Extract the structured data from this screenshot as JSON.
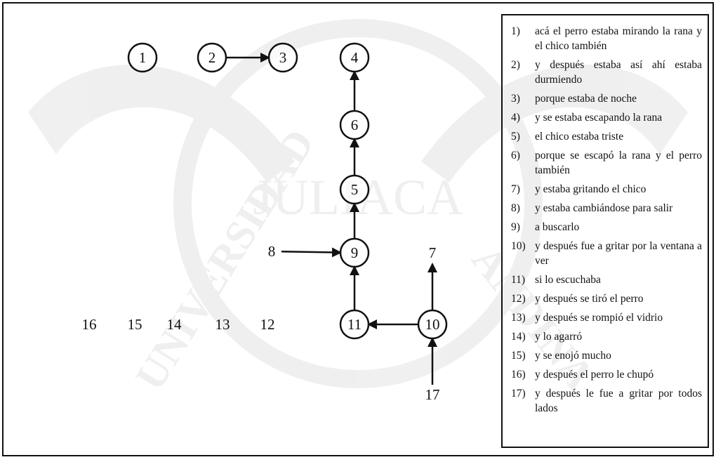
{
  "watermark": {
    "left_text": "UNIVERSIDAD",
    "center_text": "JULIACA",
    "right_text": "ANDINA"
  },
  "diagram": {
    "nodes": [
      {
        "id": "1",
        "label": "1",
        "circled": true
      },
      {
        "id": "2",
        "label": "2",
        "circled": true
      },
      {
        "id": "3",
        "label": "3",
        "circled": true
      },
      {
        "id": "4",
        "label": "4",
        "circled": true
      },
      {
        "id": "5",
        "label": "5",
        "circled": true
      },
      {
        "id": "6",
        "label": "6",
        "circled": true
      },
      {
        "id": "7",
        "label": "7",
        "circled": false
      },
      {
        "id": "8",
        "label": "8",
        "circled": false
      },
      {
        "id": "9",
        "label": "9",
        "circled": true
      },
      {
        "id": "10",
        "label": "10",
        "circled": true
      },
      {
        "id": "11",
        "label": "11",
        "circled": true
      },
      {
        "id": "12",
        "label": "12",
        "circled": false
      },
      {
        "id": "13",
        "label": "13",
        "circled": false
      },
      {
        "id": "14",
        "label": "14",
        "circled": false
      },
      {
        "id": "15",
        "label": "15",
        "circled": false
      },
      {
        "id": "16",
        "label": "16",
        "circled": false
      },
      {
        "id": "17",
        "label": "17",
        "circled": false
      }
    ],
    "edges": [
      {
        "from": "2",
        "to": "3"
      },
      {
        "from": "6",
        "to": "4"
      },
      {
        "from": "5",
        "to": "6"
      },
      {
        "from": "9",
        "to": "5"
      },
      {
        "from": "8",
        "to": "9"
      },
      {
        "from": "11",
        "to": "9"
      },
      {
        "from": "10",
        "to": "11"
      },
      {
        "from": "10",
        "to": "7"
      },
      {
        "from": "17",
        "to": "10"
      }
    ]
  },
  "legend": {
    "items": [
      {
        "num": "1)",
        "text": "acá el perro estaba mirando la rana y el chico también"
      },
      {
        "num": "2)",
        "text": "y después estaba así ahí estaba durmiendo"
      },
      {
        "num": "3)",
        "text": "porque estaba de noche"
      },
      {
        "num": "4)",
        "text": "y se estaba escapando la rana"
      },
      {
        "num": "5)",
        "text": "el chico estaba triste"
      },
      {
        "num": "6)",
        "text": "porque se escapó la rana y el perro también"
      },
      {
        "num": "7)",
        "text": "y estaba gritando el chico"
      },
      {
        "num": "8)",
        "text": "y estaba cambiándose para salir"
      },
      {
        "num": "9)",
        "text": "a buscarlo"
      },
      {
        "num": "10)",
        "text": "y después fue a gritar por la ventana a ver"
      },
      {
        "num": "11)",
        "text": "si lo escuchaba"
      },
      {
        "num": "12)",
        "text": "y después se tiró el perro"
      },
      {
        "num": "13)",
        "text": "y después se rompió el vidrio"
      },
      {
        "num": "14)",
        "text": "y lo agarró"
      },
      {
        "num": "15)",
        "text": "y se enojó mucho"
      },
      {
        "num": "16)",
        "text": "y después el perro le chupó"
      },
      {
        "num": "17)",
        "text": "y después le fue a gritar por todos lados"
      }
    ]
  }
}
